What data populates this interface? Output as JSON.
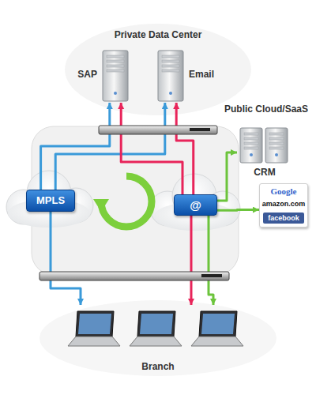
{
  "diagram": {
    "nodes": [
      {
        "text": [
          "Private Data Center"
        ]
      },
      {
        "text": [
          "SAP"
        ],
        "in": 0
      },
      {
        "text": [
          "Email"
        ],
        "in": 0
      },
      {
        "text": [
          "Public Cloud/SaaS"
        ]
      },
      {
        "text": [
          "CRM"
        ],
        "in": 3
      },
      {
        "text": [
          "Google",
          "amazon.com",
          "facebook"
        ],
        "in": 3
      },
      {
        "text": [
          "MPLS"
        ]
      },
      {
        "text": [
          "@"
        ]
      },
      {
        "text": [
          "Branch"
        ]
      }
    ],
    "edges": [
      {
        "from": 6,
        "to": 1,
        "arrow": "to"
      },
      {
        "from": 6,
        "to": 2,
        "arrow": "to"
      },
      {
        "from": 7,
        "to": 1,
        "arrow": "to"
      },
      {
        "from": 7,
        "to": 2,
        "arrow": "to"
      },
      {
        "from": 7,
        "to": 4,
        "arrow": "to"
      },
      {
        "from": 7,
        "to": 5,
        "arrow": "to"
      },
      {
        "from": 6,
        "to": 8,
        "arrow": "to"
      },
      {
        "from": 7,
        "to": 8,
        "arrow": "to"
      },
      {
        "from": 7,
        "to": 8,
        "arrow": "to"
      }
    ]
  }
}
